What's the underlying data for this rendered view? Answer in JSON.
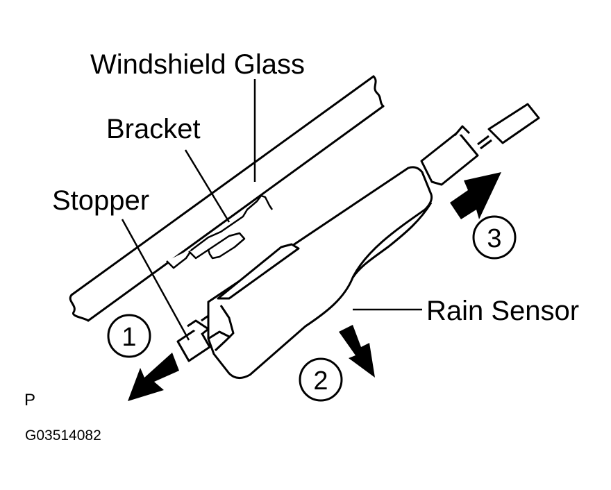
{
  "labels": {
    "windshield_glass": "Windshield Glass",
    "bracket": "Bracket",
    "stopper": "Stopper",
    "rain_sensor": "Rain Sensor",
    "view_letter": "P",
    "figure_code": "G03514082"
  },
  "steps": [
    {
      "number": "1"
    },
    {
      "number": "2"
    },
    {
      "number": "3"
    }
  ],
  "colors": {
    "ink": "#000000",
    "paper": "#ffffff"
  }
}
